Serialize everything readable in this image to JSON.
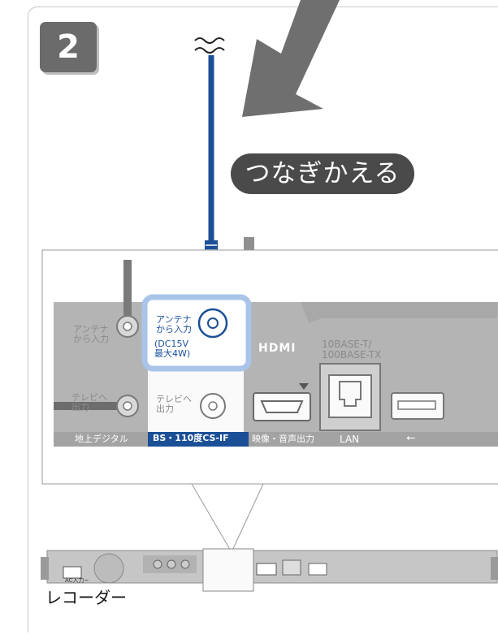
{
  "step_number": "2",
  "action_label": "つなぎかえる",
  "antenna_in_old": "アンテナ\nから入力",
  "antenna_in_new": "アンテナ\nから入力",
  "power_spec": "(DC15V\n最大4W)",
  "tv_out_left": "テレビへ\n出力",
  "tv_out_right": "テレビへ\n出力",
  "band_terrestrial": "地上デジタル",
  "band_bs": "BS・110度CS-IF",
  "av_output": "映像・音声出力",
  "hdmi_logo": "HDMI",
  "lan_spec": "10BASE-T/\n100BASE-TX",
  "lan_label": "LAN",
  "usb_symbol": "⭠",
  "ac_input": "AC入力~",
  "device_name": "レコーダー",
  "colors": {
    "cable_blue": "#1b4f96",
    "highlight_blue": "#a9c4e8",
    "panel_grey": "#b4b4b4",
    "step_bg": "#6b6b6b"
  }
}
